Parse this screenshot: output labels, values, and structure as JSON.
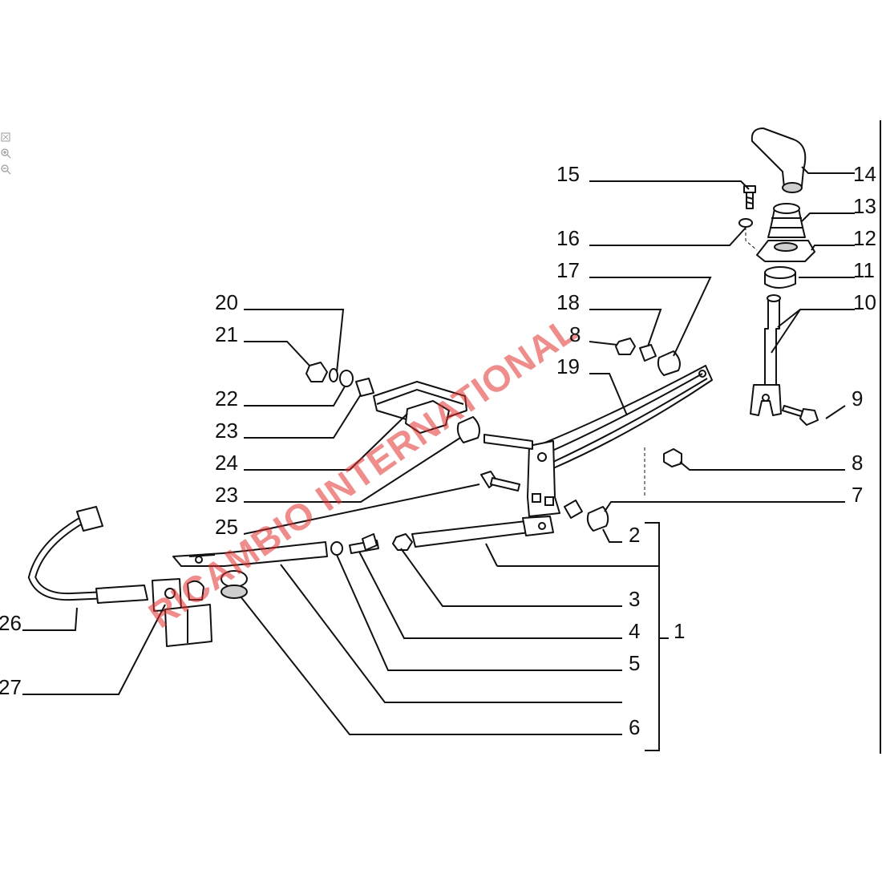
{
  "viewer": {
    "tools": [
      {
        "name": "fit-page-icon"
      },
      {
        "name": "zoom-in-icon"
      },
      {
        "name": "zoom-out-icon"
      }
    ]
  },
  "diagram": {
    "watermark": "RICAMBIO INTERNATIONAL",
    "callouts": {
      "c1": "1",
      "c2": "2",
      "c3": "3",
      "c4": "4",
      "c5": "5",
      "c6": "6",
      "c7": "7",
      "c8a": "8",
      "c8b": "8",
      "c9": "9",
      "c10": "10",
      "c11": "11",
      "c12": "12",
      "c13": "13",
      "c14": "14",
      "c15": "15",
      "c16": "16",
      "c17": "17",
      "c18": "18",
      "c19": "19",
      "c20": "20",
      "c21": "21",
      "c22": "22",
      "c23a": "23",
      "c23b": "23",
      "c24": "24",
      "c25": "25",
      "c26": "26",
      "c27": "27"
    },
    "colors": {
      "ink": "#111111",
      "watermark": "#e23030"
    }
  }
}
